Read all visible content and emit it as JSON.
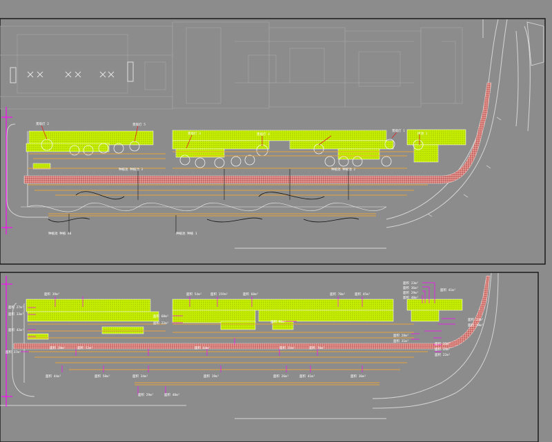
{
  "colors": {
    "background": "#8c8c8c",
    "frame": "#1a1a1a",
    "building_lines": "#a3a3a3",
    "road_lines": "#d6d6d6",
    "planting_green": "#c8f000",
    "planting_dots": "#7fa600",
    "paving_red": "#e0807a",
    "brick_orange": "#e6a33c",
    "leader_red": "#e02020",
    "dim_magenta": "#ff00ff",
    "edge_white": "#f0f0f0"
  },
  "top_plan": {
    "labels": [
      "景观灯 2",
      "景观灯 5",
      "景观灯 3",
      "景观灯 4",
      "景观灯 1",
      "树池 1",
      "种植池 种植池 3",
      "种植池 种植池 2",
      "种植池 种植 40",
      "种植池 种植 1"
    ]
  },
  "bottom_plan": {
    "labels": [
      "面积 39m²",
      "面积 54m²",
      "面积 159m²",
      "面积 60m²",
      "面积 78m²",
      "面积 45m²",
      "面积 27m²",
      "面积 33m²",
      "面积 68m²",
      "面积 22m²",
      "面积 90m²",
      "面积 42m²",
      "面积 37m²",
      "面积 28m²",
      "面积 52m²",
      "面积 64m²",
      "面积 31m²",
      "面积 76m²",
      "面积 44m²",
      "面积 58m²",
      "面积 34m²",
      "面积 19m²",
      "面积 26m²",
      "面积 41m²",
      "面积 36m²",
      "面积 29m²",
      "面积 48m²",
      "面积 23m²"
    ]
  }
}
